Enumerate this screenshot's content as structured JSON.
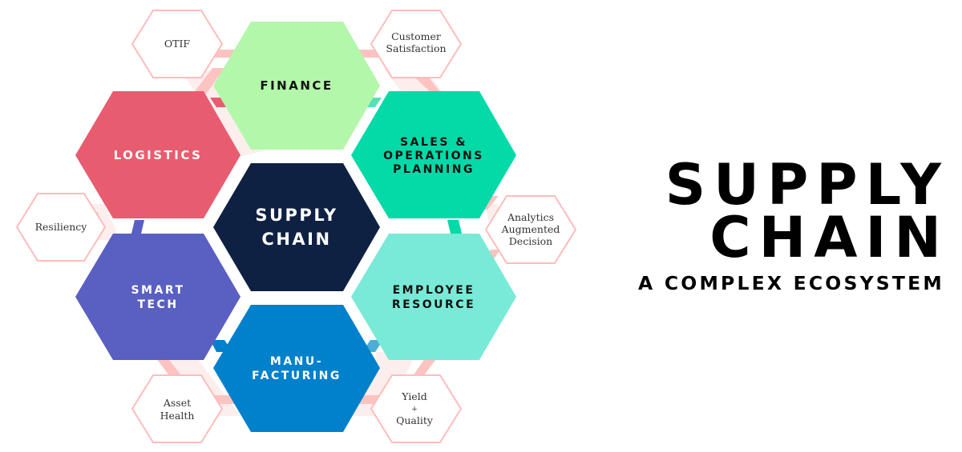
{
  "diagram": {
    "center": {
      "lines": [
        "SUPPLY",
        "CHAIN"
      ],
      "color": "#0f2143",
      "text_color": "#ffffff"
    },
    "pillars": [
      {
        "id": "finance",
        "lines": [
          "FINANCE"
        ],
        "color": "#b3f7ab",
        "text_color": "#111111"
      },
      {
        "id": "logistics",
        "lines": [
          "LOGISTICS"
        ],
        "color": "#e85c6f",
        "text_color": "#ffffff"
      },
      {
        "id": "sales-operations-planning",
        "lines": [
          "SALES &",
          "OPERATIONS",
          "PLANNING"
        ],
        "color": "#04d9a8",
        "text_color": "#111111"
      },
      {
        "id": "smart-tech",
        "lines": [
          "SMART",
          "TECH"
        ],
        "color": "#5a5fc2",
        "text_color": "#ffffff"
      },
      {
        "id": "employee-resource",
        "lines": [
          "EMPLOYEE",
          "RESOURCE"
        ],
        "color": "#79ead7",
        "text_color": "#111111"
      },
      {
        "id": "manufacturing",
        "lines": [
          "MANU-",
          "FACTURING"
        ],
        "color": "#0180cb",
        "text_color": "#ffffff"
      }
    ],
    "outcomes": [
      {
        "id": "otif",
        "lines": [
          "OTIF"
        ]
      },
      {
        "id": "customer-satisfaction",
        "lines": [
          "Customer",
          "Satisfaction"
        ]
      },
      {
        "id": "resiliency",
        "lines": [
          "Resiliency"
        ]
      },
      {
        "id": "analytics-augmented-decision",
        "lines": [
          "Analytics",
          "Augmented",
          "Decision"
        ]
      },
      {
        "id": "asset-health",
        "lines": [
          "Asset",
          "Health"
        ]
      },
      {
        "id": "yield-quality",
        "lines": [
          "Yield",
          "+",
          "Quality"
        ]
      }
    ],
    "outcome_border_color": "#fbbdbb",
    "connector_color": "#fcc3c1",
    "connector_light_color": "#fdeeee"
  },
  "title": {
    "line1": "SUPPLY",
    "line2": "CHAIN",
    "subtitle": "A COMPLEX ECOSYSTEM"
  }
}
